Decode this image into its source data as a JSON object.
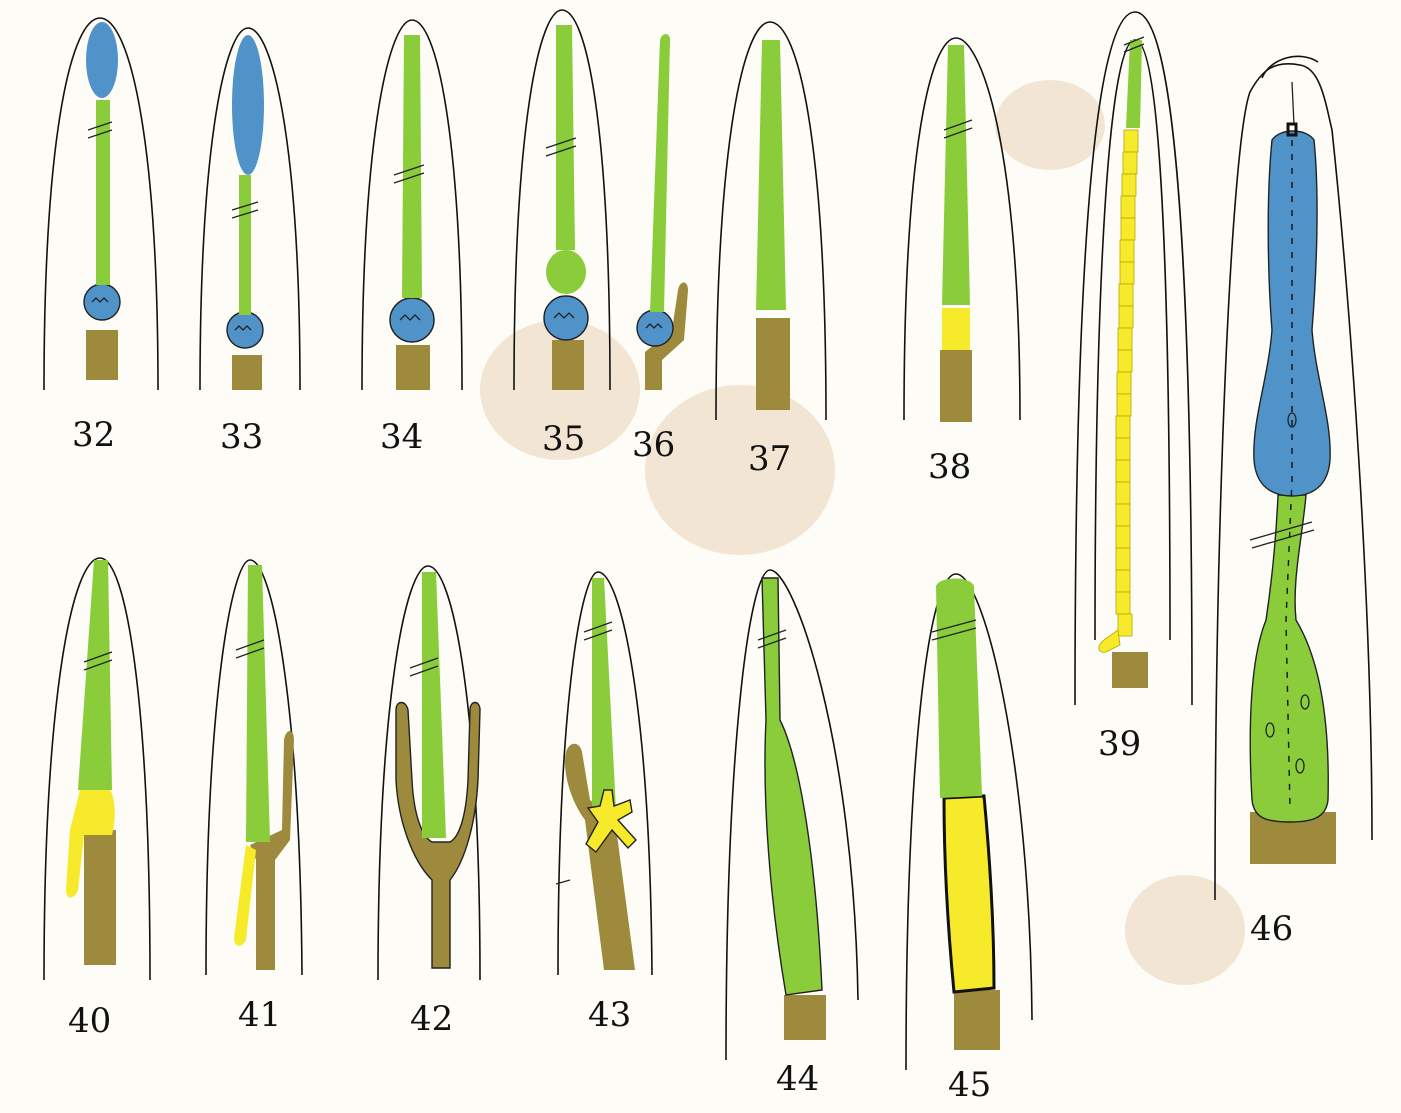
{
  "figure_labels": {
    "f32": "32",
    "f33": "33",
    "f34": "34",
    "f35": "35",
    "f36": "36",
    "f37": "37",
    "f38": "38",
    "f39": "39",
    "f40": "40",
    "f41": "41",
    "f42": "42",
    "f43": "43",
    "f44": "44",
    "f45": "45",
    "f46": "46"
  },
  "colors": {
    "blue": "#4f93c9",
    "green": "#8acc3a",
    "yellow": "#f6ea2a",
    "olive": "#9d8a3c",
    "stain": "#ecd6bc",
    "paper": "#fdfcf6"
  }
}
